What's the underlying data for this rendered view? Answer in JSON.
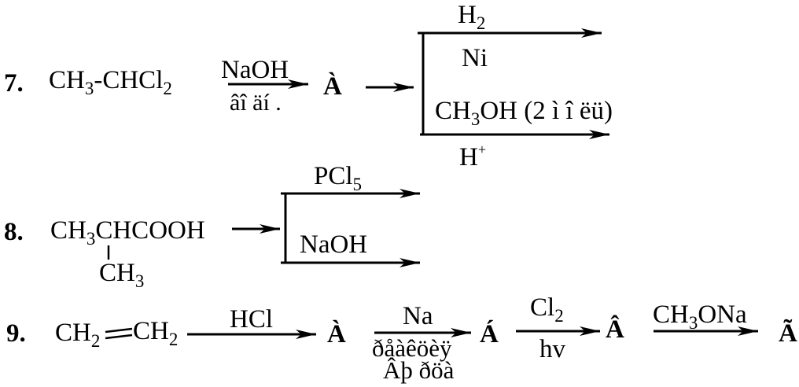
{
  "reactions": [
    {
      "number": "7.",
      "reactant": {
        "part1": "CH",
        "sub1": "3",
        "bond": "-",
        "part2": "CHCl",
        "sub2": "2"
      },
      "step1": {
        "above": "NaOH",
        "below": "âî äí ."
      },
      "product": "À",
      "branch_top": {
        "above": "H",
        "above_sub": "2",
        "below": "Ni"
      },
      "branch_bottom": {
        "above_a": "CH",
        "above_sub": "3",
        "above_b": "OH (2 ì î ëü)",
        "below": "H",
        "below_sup": "+"
      }
    },
    {
      "number": "8.",
      "reactant": {
        "part1": "CH",
        "sub1": "3",
        "part2": "CHCOOH",
        "branch": "CH",
        "branch_sub": "3"
      },
      "branch_top": {
        "above": "PCl",
        "above_sub": "5"
      },
      "branch_bottom": {
        "above": "NaOH"
      }
    },
    {
      "number": "9.",
      "reactant": {
        "part1": "CH",
        "sub1": "2",
        "part2": "CH",
        "sub2": "2"
      },
      "step1": {
        "above": "HCl"
      },
      "product1": "À",
      "step2": {
        "above": "Na",
        "below1": "ðåàêöèÿ",
        "below2": "Âþ ðöà"
      },
      "product2": "Á",
      "step3": {
        "above": "Cl",
        "above_sub": "2",
        "below": "hv"
      },
      "product3": "Â",
      "step4": {
        "above_a": "CH",
        "above_sub": "3",
        "above_b": "ONa"
      },
      "product4": "Ã"
    }
  ]
}
